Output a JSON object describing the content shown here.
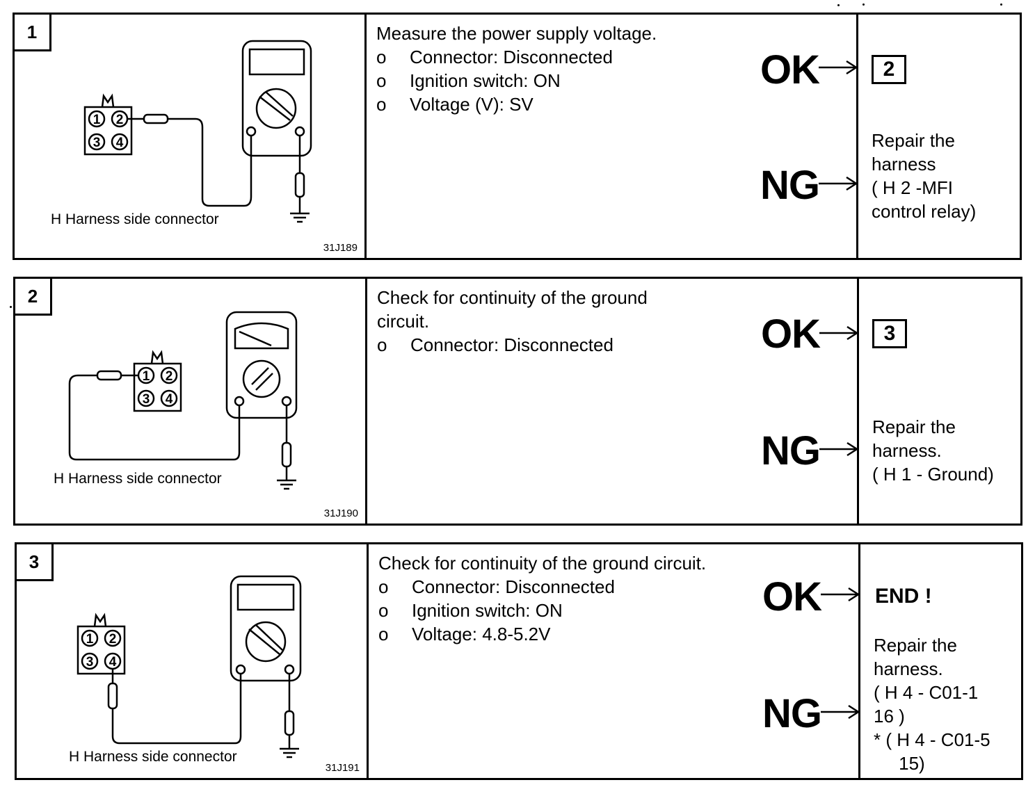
{
  "steps": [
    {
      "number": "1",
      "connector_label": "H Harness side connector",
      "figure_code": "31J189",
      "heading": "Measure the power supply voltage.",
      "bullets": [
        {
          "marker": "o",
          "text": "Connector: Disconnected"
        },
        {
          "marker": "o",
          "text": "Ignition switch: ON"
        },
        {
          "marker": "o",
          "text": "Voltage (V): SV"
        }
      ],
      "ok_label": "OK",
      "ng_label": "NG",
      "ok_result": "2",
      "ng_result": "Repair the\nharness\n( H 2 -MFI\ncontrol relay)"
    },
    {
      "number": "2",
      "connector_label": "H Harness side connector",
      "figure_code": "31J190",
      "heading": "Check for continuity of the ground\ncircuit.",
      "bullets": [
        {
          "marker": "o",
          "text": "Connector: Disconnected"
        }
      ],
      "ok_label": "OK",
      "ng_label": "NG",
      "ok_result": "3",
      "ng_result": "Repair the\nharness.\n( H 1 - Ground)"
    },
    {
      "number": "3",
      "connector_label": "H Harness side connector",
      "figure_code": "31J191",
      "heading": "Check for continuity of the ground circuit.",
      "bullets": [
        {
          "marker": "o",
          "text": "Connector: Disconnected"
        },
        {
          "marker": "o",
          "text": "Ignition switch: ON"
        },
        {
          "marker": "o",
          "text": "Voltage: 4.8-5.2V"
        }
      ],
      "ok_label": "OK",
      "ng_label": "NG",
      "ok_result": "END !",
      "ng_result": "Repair the\nharness.\n( H 4 - C01-1\n16 )\n* ( H 4 - C01-5\n     15)"
    }
  ],
  "connector_pins": [
    "1",
    "2",
    "3",
    "4"
  ]
}
